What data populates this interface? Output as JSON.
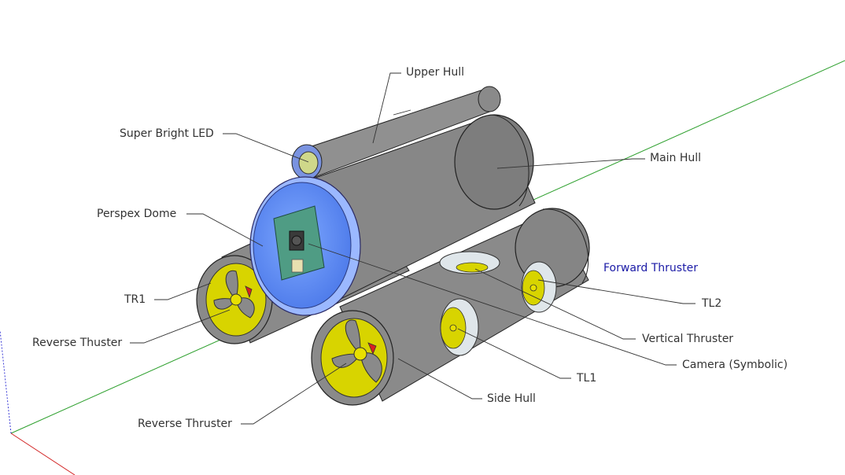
{
  "labels": {
    "upper_hull": "Upper Hull",
    "super_bright_led": "Super Bright LED",
    "main_hull": "Main Hull",
    "perspex_dome": "Perspex Dome",
    "forward_thruster": "Forward Thruster",
    "tr1": "TR1",
    "tl2": "TL2",
    "reverse_thuster": "Reverse Thuster",
    "vertical_thruster": "Vertical Thruster",
    "camera_symbolic": "Camera (Symbolic)",
    "tl1": "TL1",
    "side_hull": "Side Hull",
    "reverse_thruster": "Reverse Thruster"
  },
  "colors": {
    "hull": "#8a8a8a",
    "hull_dark": "#6f6f6f",
    "propeller": "#d8d400",
    "dome": "#6f9bff",
    "camera_board": "#4f9c84",
    "selected_label": "#1a1aa6",
    "axis_green": "#2ea02e",
    "axis_red": "#d22222",
    "axis_blue": "#3b3bd6"
  }
}
